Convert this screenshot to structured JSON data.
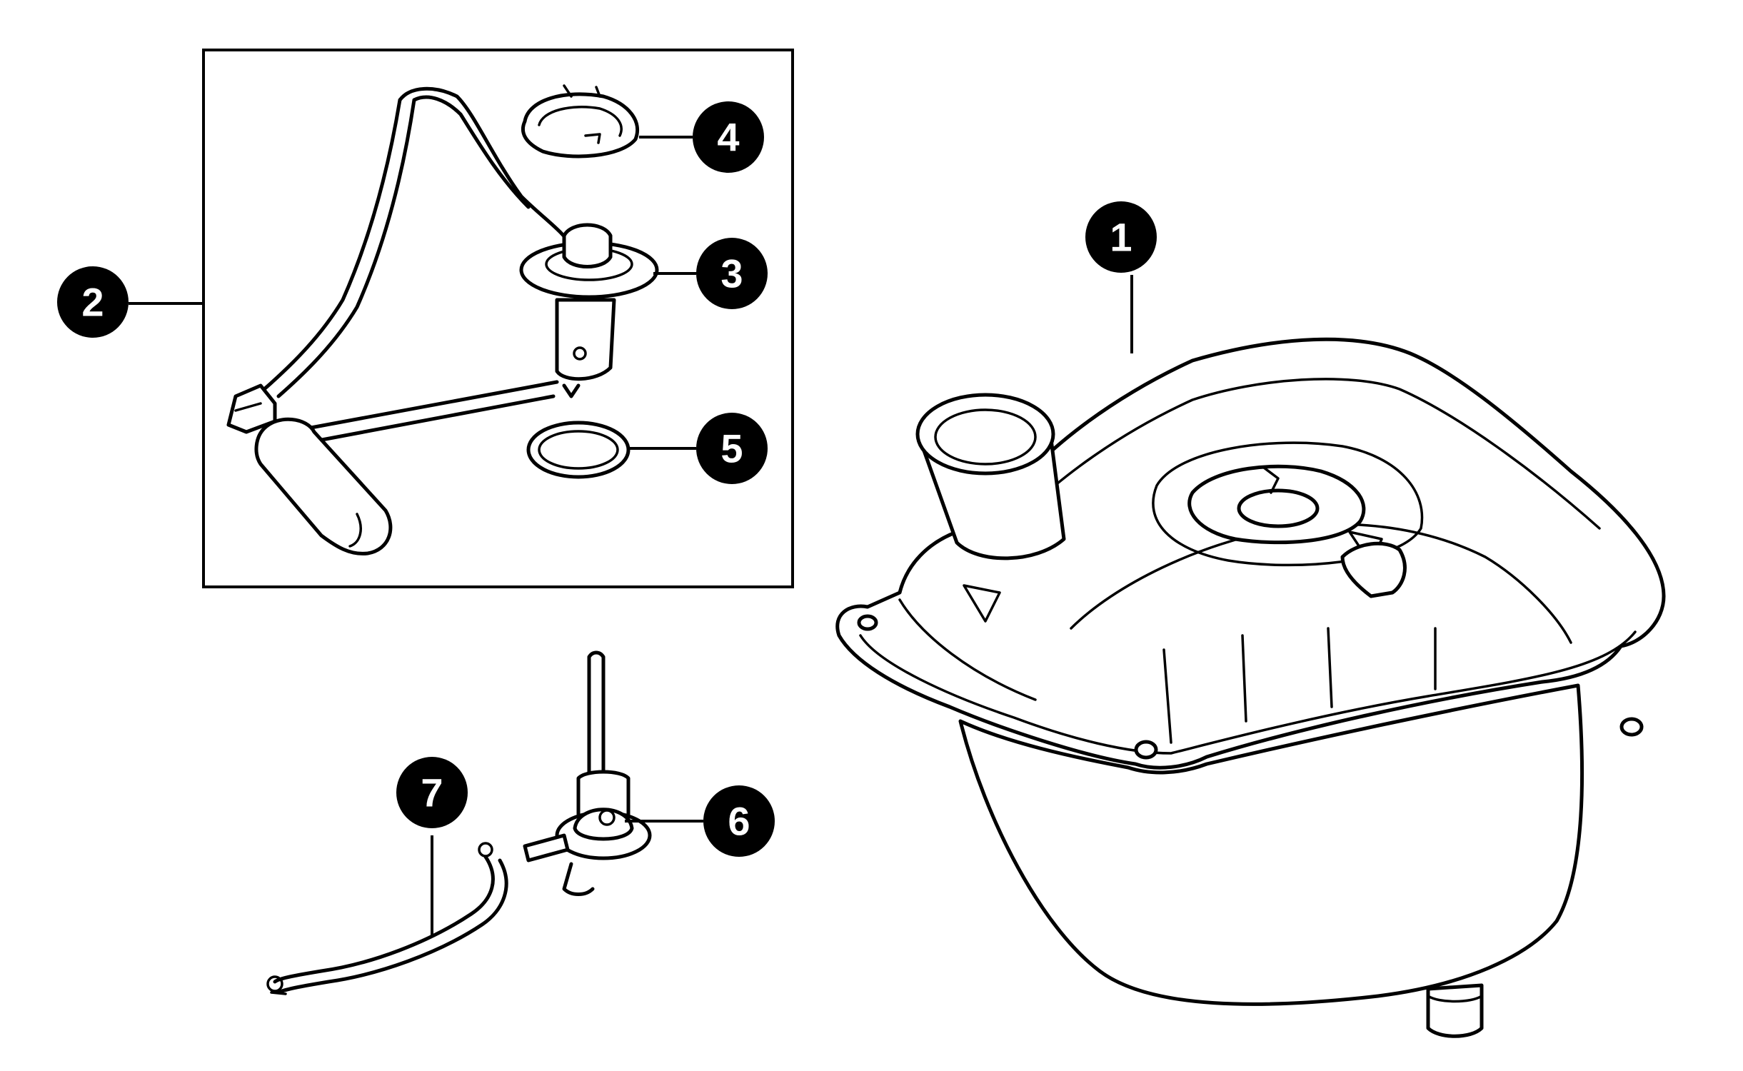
{
  "callouts": [
    {
      "id": "1",
      "label": "1"
    },
    {
      "id": "2",
      "label": "2"
    },
    {
      "id": "3",
      "label": "3"
    },
    {
      "id": "4",
      "label": "4"
    },
    {
      "id": "5",
      "label": "5"
    },
    {
      "id": "6",
      "label": "6"
    },
    {
      "id": "7",
      "label": "7"
    }
  ],
  "colors": {
    "ink": "#000000",
    "background": "#ffffff",
    "badge_text": "#ffffff"
  }
}
